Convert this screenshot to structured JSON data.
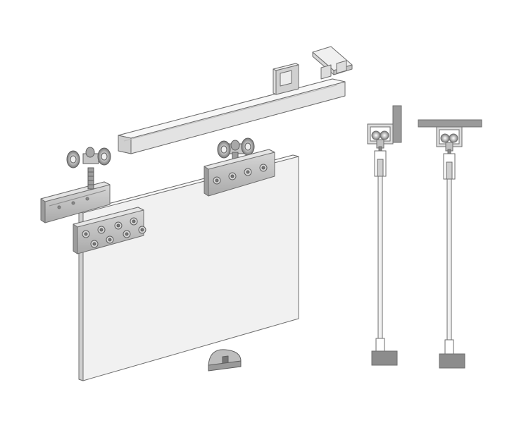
{
  "diagram": {
    "subject": "sliding-glass-door-hardware-kit",
    "colors": {
      "background": "#ffffff",
      "outline": "#6e6e6e",
      "metal_light": "#e8e8e8",
      "metal_mid": "#c9c9c9",
      "metal_dark": "#9a9a9a",
      "glass": "#f1f1f1",
      "floor_block": "#8c8c8c"
    },
    "parts": [
      {
        "id": "track-rail",
        "icon": "rail-icon"
      },
      {
        "id": "wall-bracket",
        "icon": "bracket-icon"
      },
      {
        "id": "ceiling-bracket",
        "icon": "bracket-icon"
      },
      {
        "id": "roller-left",
        "icon": "roller-icon"
      },
      {
        "id": "roller-right",
        "icon": "roller-icon"
      },
      {
        "id": "clamp-plate-left",
        "icon": "clamp-icon"
      },
      {
        "id": "clamp-plate-right",
        "icon": "clamp-icon"
      },
      {
        "id": "clamp-plate-front",
        "icon": "clamp-icon"
      },
      {
        "id": "glass-panel",
        "icon": "glass-icon"
      },
      {
        "id": "floor-guide",
        "icon": "floor-guide-icon"
      },
      {
        "id": "section-wall-mount",
        "icon": "section-icon"
      },
      {
        "id": "section-ceiling-mount",
        "icon": "section-icon"
      }
    ]
  }
}
